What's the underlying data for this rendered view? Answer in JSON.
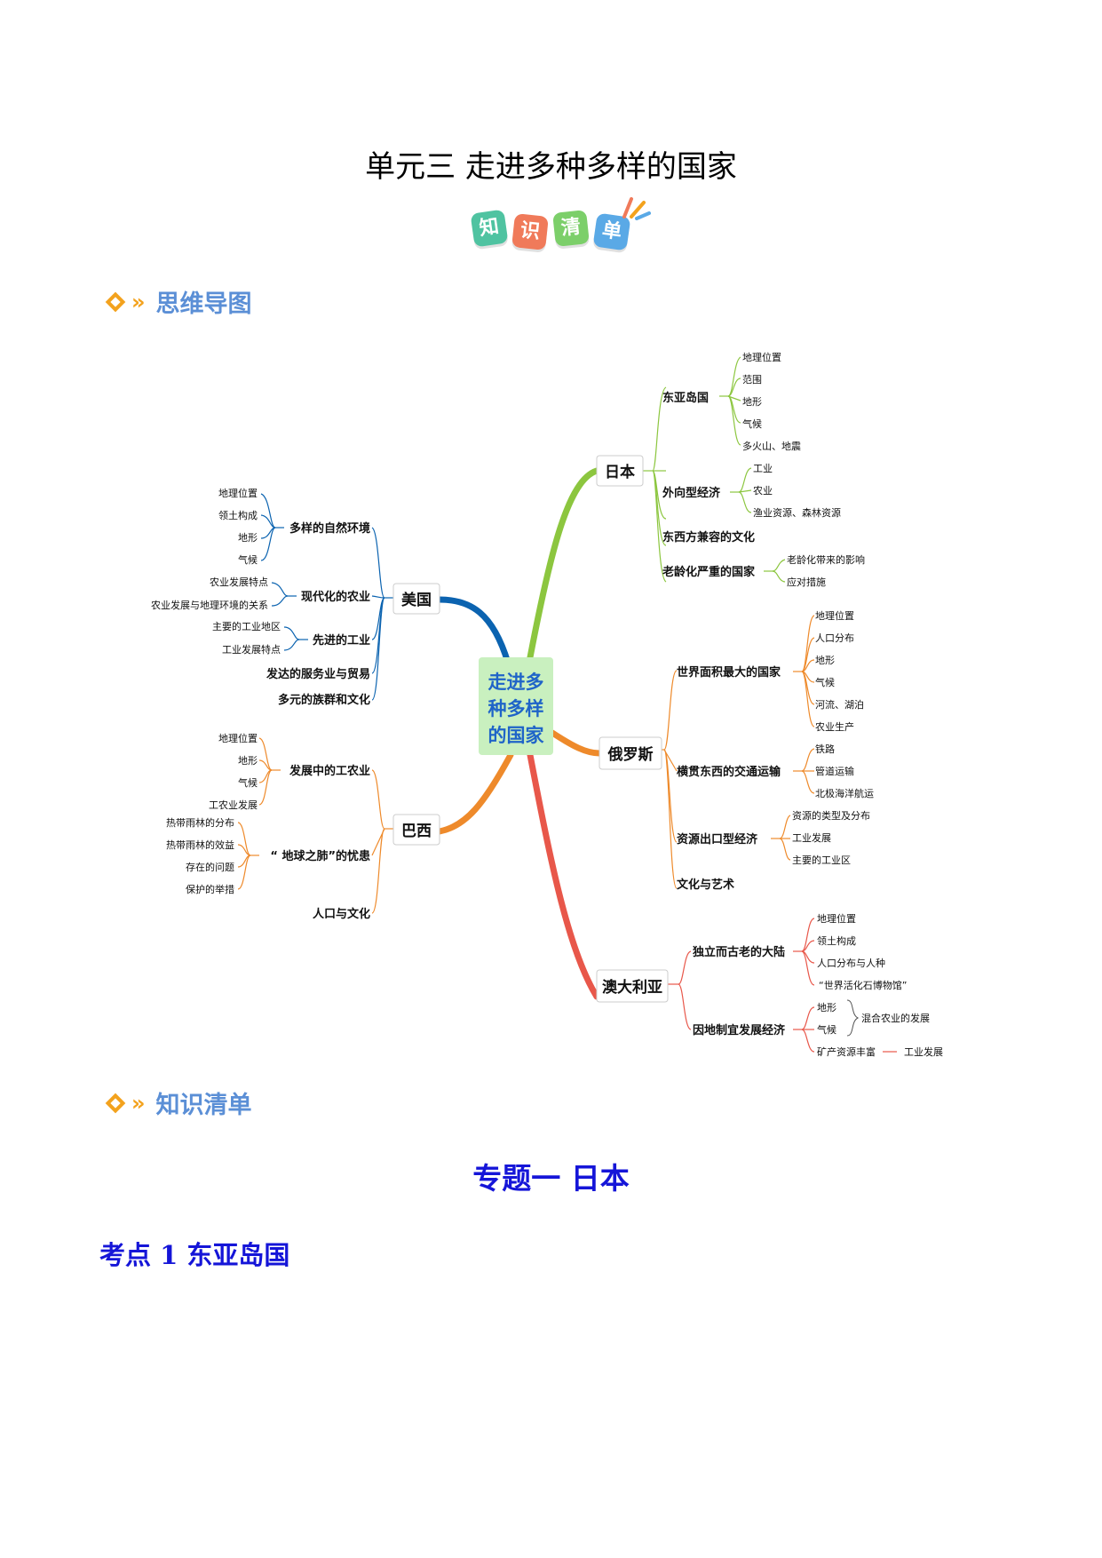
{
  "title": "单元三  走进多种多样的国家",
  "badge": [
    "知",
    "识",
    "清",
    "单"
  ],
  "section_mindmap": "思维导图",
  "section_list": "知识清单",
  "topic_title": "专题一  日本",
  "kaodian": {
    "label": "考点",
    "num": "1",
    "text": "东亚岛国"
  },
  "colors": {
    "japan": "#8cc63f",
    "usa": "#0b63b0",
    "russia": "#ee8a2b",
    "brazil": "#ee8a2b",
    "australia": "#e8574a",
    "heading": "#1515d8",
    "section": "#5b8fd6"
  },
  "mindmap": {
    "center": [
      "走进多",
      "种多样",
      "的国家"
    ],
    "japan": {
      "label": "日本",
      "b1": {
        "label": "东亚岛国",
        "items": [
          "地理位置",
          "范围",
          "地形",
          "气候",
          "多火山、地震"
        ]
      },
      "b2": {
        "label": "外向型经济",
        "items": [
          "工业",
          "农业",
          "渔业资源、森林资源"
        ]
      },
      "b3": {
        "label": "东西方兼容的文化"
      },
      "b4": {
        "label": "老龄化严重的国家",
        "items": [
          "老龄化带来的影响",
          "应对措施"
        ]
      }
    },
    "russia": {
      "label": "俄罗斯",
      "b1": {
        "label": "世界面积最大的国家",
        "items": [
          "地理位置",
          "人口分布",
          "地形",
          "气候",
          "河流、湖泊",
          "农业生产"
        ]
      },
      "b2": {
        "label": "横贯东西的交通运输",
        "items": [
          "铁路",
          "管道运输",
          "北极海洋航运"
        ]
      },
      "b3": {
        "label": "资源出口型经济",
        "items": [
          "资源的类型及分布",
          "工业发展",
          "主要的工业区"
        ]
      },
      "b4": {
        "label": "文化与艺术"
      }
    },
    "australia": {
      "label": "澳大利亚",
      "b1": {
        "label": "独立而古老的大陆",
        "items": [
          "地理位置",
          "领土构成",
          "人口分布与人种",
          "“世界活化石博物馆”"
        ]
      },
      "b2": {
        "label": "因地制宜发展经济",
        "items": [
          "地形",
          "气候",
          "矿产资源丰富"
        ],
        "mix": "混合农业的发展",
        "industry": "工业发展"
      }
    },
    "usa": {
      "label": "美国",
      "b1": {
        "label": "多样的自然环境",
        "items": [
          "地理位置",
          "领土构成",
          "地形",
          "气候"
        ]
      },
      "b2": {
        "label": "现代化的农业",
        "items": [
          "农业发展特点",
          "农业发展与地理环境的关系"
        ]
      },
      "b3": {
        "label": "先进的工业",
        "items": [
          "主要的工业地区",
          "工业发展特点"
        ]
      },
      "b4": {
        "label": "发达的服务业与贸易"
      },
      "b5": {
        "label": "多元的族群和文化"
      }
    },
    "brazil": {
      "label": "巴西",
      "b1": {
        "label": "发展中的工农业",
        "items": [
          "地理位置",
          "地形",
          "气候",
          "工农业发展"
        ]
      },
      "b2": {
        "label": "“ 地球之肺”的忧患",
        "items": [
          "热带雨林的分布",
          "热带雨林的效益",
          "存在的问题",
          "保护的举措"
        ]
      },
      "b3": {
        "label": "人口与文化"
      }
    }
  }
}
